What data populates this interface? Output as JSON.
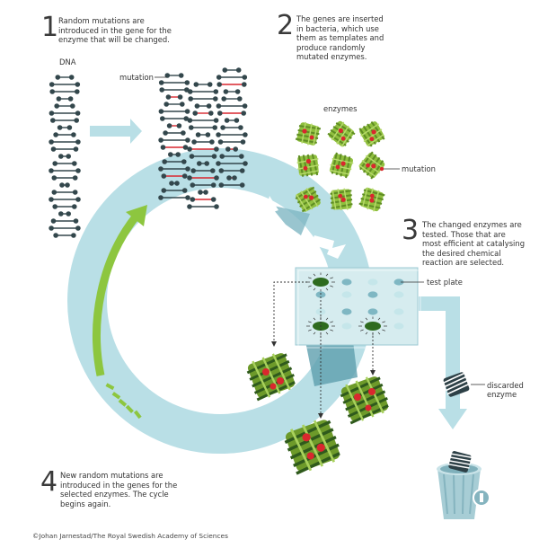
{
  "steps": [
    {
      "number": "1",
      "text": [
        "Random mutations are",
        "introduced in the gene for the",
        "enzyme that will be changed."
      ]
    },
    {
      "number": "2",
      "text": [
        "The genes are inserted",
        "in bacteria, which use",
        "them as templates and",
        "produce randomly",
        "mutated enzymes."
      ]
    },
    {
      "number": "3",
      "text": [
        "The changed enzymes are",
        "tested. Those that are",
        "most efficient at catalysing",
        "the desired chemical",
        "reaction are selected."
      ]
    },
    {
      "number": "4",
      "text": [
        "New random mutations are",
        "introduced in the genes for the",
        "selected enzymes. The cycle",
        "begins again."
      ]
    }
  ],
  "labels": {
    "dna": "DNA",
    "mutation_dna": "mutation",
    "enzymes": "enzymes",
    "mutation_enzyme": "mutation",
    "test_plate": "test plate",
    "discarded": [
      "discarded",
      "enzyme"
    ]
  },
  "credit": "©Johan Jarnestad/The Royal Swedish Academy of Sciences",
  "colors": {
    "cycle": "#b9dfe6",
    "cycle_dark": "#7fb7c3",
    "arrow_green": "#8dc63f",
    "enzyme_green": "#7aa22e",
    "enzyme_dark": "#2f5a1c",
    "mutation_red": "#d9272e",
    "dna": "#33474c",
    "plate_dark": "#2e6b1f"
  }
}
